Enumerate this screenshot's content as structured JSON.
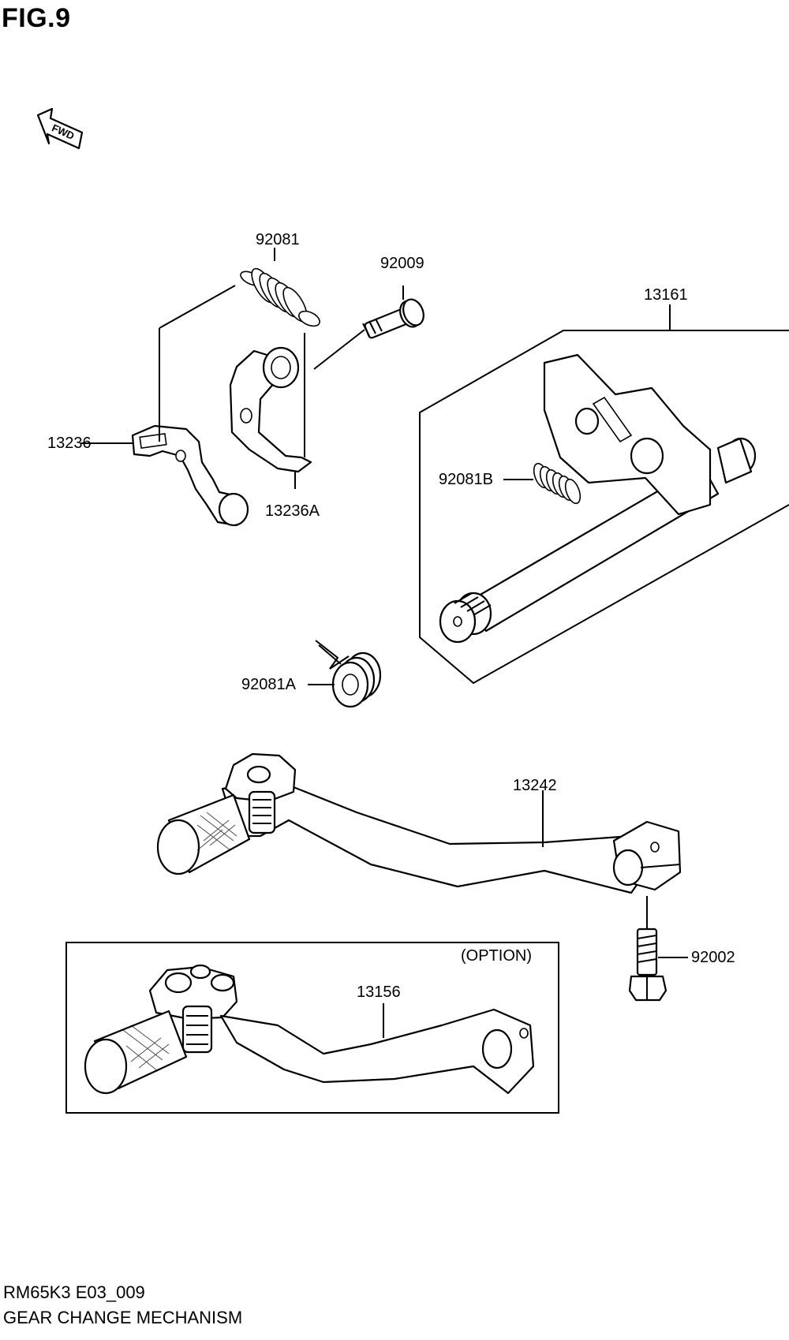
{
  "figure": {
    "label": "FIG.9",
    "fwd_label": "FWD",
    "option_label": "(OPTION)",
    "footer_code": "RM65K3 E03_009",
    "footer_title": "GEAR CHANGE MECHANISM"
  },
  "parts": {
    "p92081": "92081",
    "p92009": "92009",
    "p13161": "13161",
    "p13236": "13236",
    "p92081B": "92081B",
    "p13236A": "13236A",
    "p92081A": "92081A",
    "p13242": "13242",
    "p92002": "92002",
    "p13156": "13156"
  }
}
